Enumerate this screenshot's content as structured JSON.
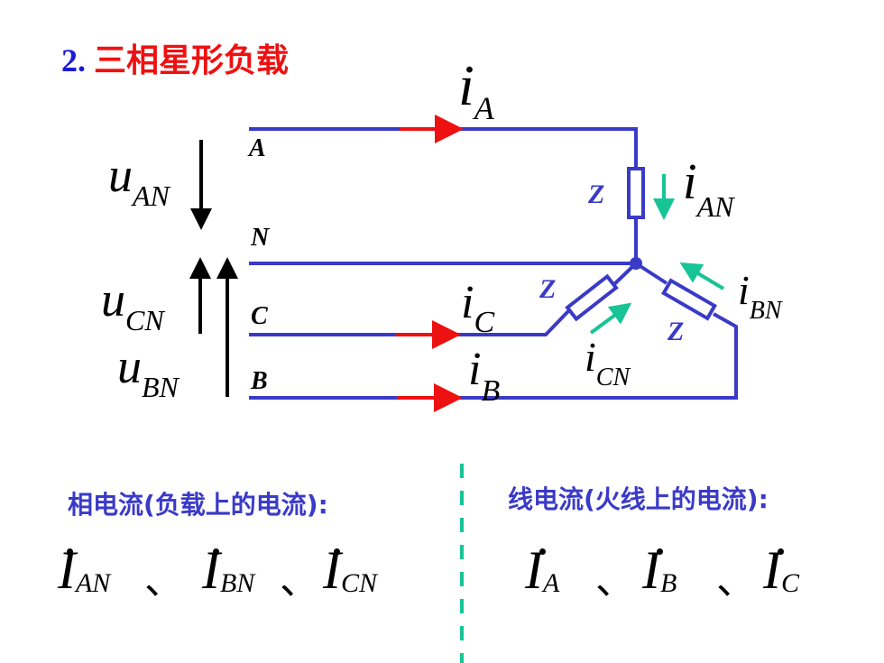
{
  "title": {
    "number": "2.",
    "text": "三相星形负载"
  },
  "nodes": {
    "a": "A",
    "n": "N",
    "c": "C",
    "b": "B"
  },
  "load_label": "Z",
  "voltages": {
    "u_an": {
      "sym": "u",
      "sub": "AN"
    },
    "u_cn": {
      "sym": "u",
      "sub": "CN"
    },
    "u_bn": {
      "sym": "u",
      "sub": "BN"
    }
  },
  "currents": {
    "i_a": {
      "sym": "i",
      "sub": "A"
    },
    "i_c": {
      "sym": "i",
      "sub": "C"
    },
    "i_b": {
      "sym": "i",
      "sub": "B"
    },
    "i_an": {
      "sym": "i",
      "sub": "AN"
    },
    "i_bn": {
      "sym": "i",
      "sub": "BN"
    },
    "i_cn": {
      "sym": "i",
      "sub": "CN"
    }
  },
  "phase_current_label": "相电流(负载上的电流):",
  "line_current_label": "线电流(火线上的电流):",
  "phasors": {
    "sym": "I",
    "sep": "、",
    "phase": [
      "AN",
      "BN",
      "CN"
    ],
    "line": [
      "A",
      "B",
      "C"
    ]
  },
  "colors": {
    "wire": "#3a3ac8",
    "line_arrow": "#ee1111",
    "load_arrow": "#17c495",
    "divider": "#17c495",
    "title_red": "#ee1111",
    "title_blue": "#1a1ad6"
  }
}
